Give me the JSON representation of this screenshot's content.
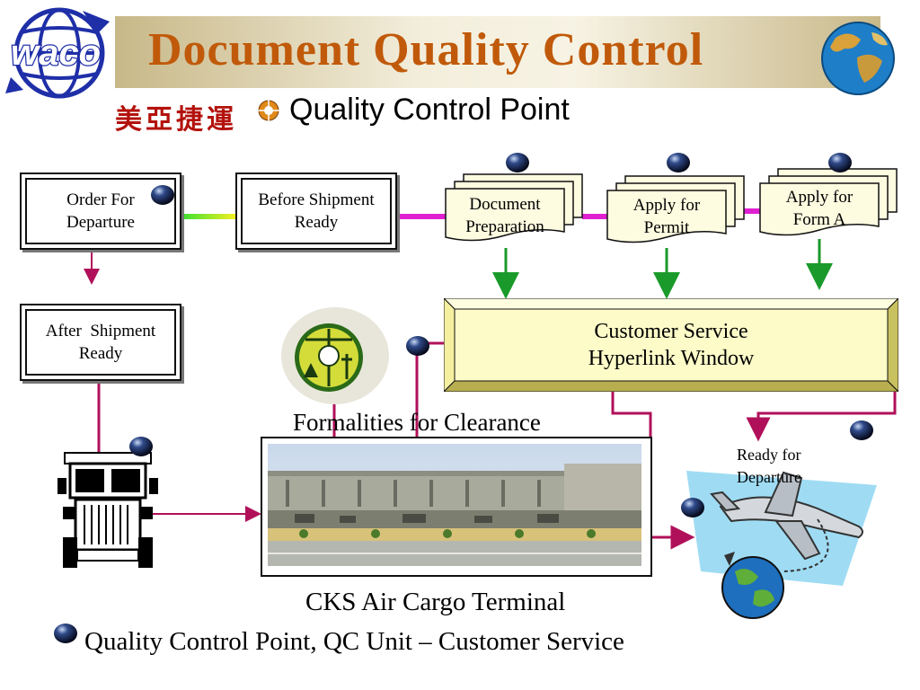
{
  "header": {
    "title": "Document Quality Control",
    "logo_text": "waco",
    "chinese_text": "美亞捷運",
    "subtitle": "Quality Control Point"
  },
  "flow": {
    "order_for_departure": [
      "Order For",
      "Departure"
    ],
    "before_shipment_ready": [
      "Before Shipment",
      "Ready"
    ],
    "document_preparation": [
      "Document",
      "Preparation"
    ],
    "apply_for_permit": [
      "Apply for",
      "Permit"
    ],
    "apply_for_form_a": [
      "Apply for",
      "Form A"
    ],
    "after_shipment_ready": [
      "After  Shipment",
      "Ready"
    ],
    "customer_service": [
      "Customer Service",
      "Hyperlink Window"
    ]
  },
  "labels": {
    "formalities": "Formalities for Clearance",
    "ready_for_departure": [
      "Ready for",
      "Departure"
    ],
    "terminal": "CKS Air Cargo Terminal",
    "legend": "Quality Control Point, QC Unit – Customer Service"
  },
  "colors": {
    "title": "#c05a0a",
    "chinese": "#b3120c",
    "connector_magenta": "#e020d0",
    "connector_maroon": "#b0105a",
    "arrow_green": "#1a9a2a",
    "box_fill": "#fdfbe0"
  },
  "icons": [
    "waco-globe-logo",
    "earth-globe-icon",
    "orange-target-bullet-icon",
    "qc-point-bullet-icon",
    "customs-emblem",
    "truck-icon",
    "airplane-icon"
  ]
}
